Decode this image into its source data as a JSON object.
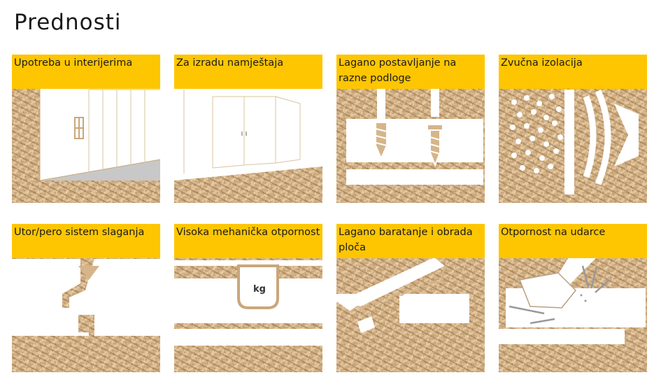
{
  "page": {
    "title": "Prednosti"
  },
  "cards": [
    {
      "label": "Upotreba u interijerima",
      "icon": "interior-room-icon"
    },
    {
      "label": "Za izradu namještaja",
      "icon": "furniture-wardrobe-icon"
    },
    {
      "label": "Lagano postavljanje na razne podloge",
      "icon": "screws-icon"
    },
    {
      "label": "Zvučna izolacija",
      "icon": "sound-insulation-icon"
    },
    {
      "label": "Utor/pero sistem slaganja",
      "icon": "tongue-groove-icon"
    },
    {
      "label": "Visoka mehanička otpornost",
      "icon": "weight-load-icon",
      "weight_label": "kg"
    },
    {
      "label": "Lagano baratanje i obrada ploča",
      "icon": "saw-icon"
    },
    {
      "label": "Otpornost na udarce",
      "icon": "hammer-impact-icon"
    }
  ],
  "colors": {
    "label_bg": "#fec600",
    "wood": "#d6b58a",
    "white": "#ffffff"
  }
}
